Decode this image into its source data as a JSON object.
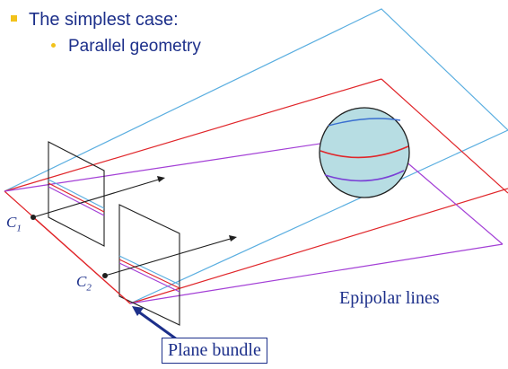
{
  "bullets": {
    "level1": "The simplest case:",
    "level2": "Parallel geometry"
  },
  "labels": {
    "camera1_main": "C",
    "camera1_sub": "1",
    "camera2_main": "C",
    "camera2_sub": "2",
    "epipolar_lines": "Epipolar lines",
    "plane_bundle": "Plane bundle"
  },
  "colors": {
    "text": "#1c2f8a",
    "bullet": "#f2c21a",
    "blue_plane": "#5aaee0",
    "red_plane": "#e0262a",
    "purple_plane": "#a33fd6",
    "sphere_fill": "#b7dde3",
    "dark": "#1f1f1f"
  }
}
